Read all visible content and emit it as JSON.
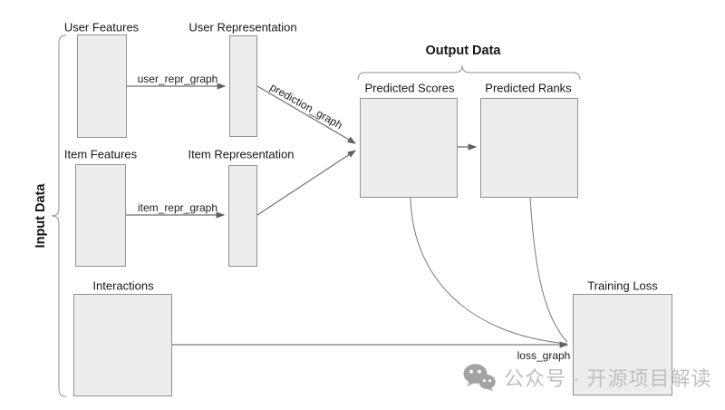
{
  "diagram": {
    "groups": {
      "input_data": "Input Data",
      "output_data": "Output Data"
    },
    "nodes": {
      "user_features": "User Features",
      "user_representation": "User Representation",
      "item_features": "Item Features",
      "item_representation": "Item Representation",
      "interactions": "Interactions",
      "predicted_scores": "Predicted Scores",
      "predicted_ranks": "Predicted Ranks",
      "training_loss": "Training Loss"
    },
    "edges": {
      "user_repr_graph": "user_repr_graph",
      "item_repr_graph": "item_repr_graph",
      "prediction_graph": "prediction_graph",
      "loss_graph": "loss_graph"
    },
    "colors": {
      "node_fill": "#ededed",
      "node_border": "#919191",
      "edge_line": "#6e6e6e",
      "brace_line": "#8f8f8f",
      "text": "#161616",
      "watermark_text": "#bfbfbf",
      "watermark_icon": "#a3a3a3"
    }
  },
  "watermark": {
    "icon": "wechat-icon",
    "text": "公众号 · 开源项目解读"
  }
}
